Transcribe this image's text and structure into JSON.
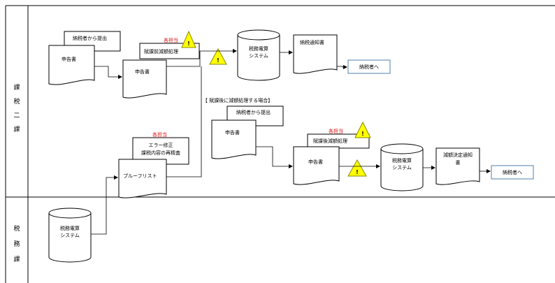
{
  "lanes": [
    {
      "id": "tax2",
      "label_chars": [
        "課",
        "税",
        "二",
        "課"
      ]
    },
    {
      "id": "taxaffairs",
      "label_chars": [
        "税",
        "務",
        "課"
      ]
    }
  ],
  "nodes": {
    "from_taxpayer_1": "納税者から提出",
    "declaration_1": "申告書",
    "each_staff_1": "各担当",
    "pre_reduction": "賦課前減額処理",
    "declaration_2": "申告書",
    "system_1_lines": [
      "税務電算",
      "システム"
    ],
    "notice_1": "納税通知書",
    "to_taxpayer_1": "納税者へ",
    "post_case_label": "【 賦課後に減額処理する場合】",
    "from_taxpayer_2": "納税者から提出",
    "declaration_3": "申告書",
    "each_staff_2": "各担当",
    "error_fix_lines": [
      "エラー修正",
      "課税内容の再精査"
    ],
    "proof_list": "プルーフリスト",
    "each_staff_3": "各担当",
    "post_reduction": "賦課後減額処理",
    "declaration_4": "申告書",
    "system_2_lines": [
      "税務電算",
      "システム"
    ],
    "notice_2_lines": [
      "減額決定通知",
      "書"
    ],
    "to_taxpayer_2": "納税者へ",
    "system_3_lines": [
      "税務電算",
      "システム"
    ],
    "warning_mark": "!"
  },
  "colors": {
    "line": "#000000",
    "warning_fill": "#ffff00",
    "warning_stroke": "#8a8a00",
    "staff_text": "#e01010",
    "taxpayer_box_border": "#4f7fa8"
  }
}
